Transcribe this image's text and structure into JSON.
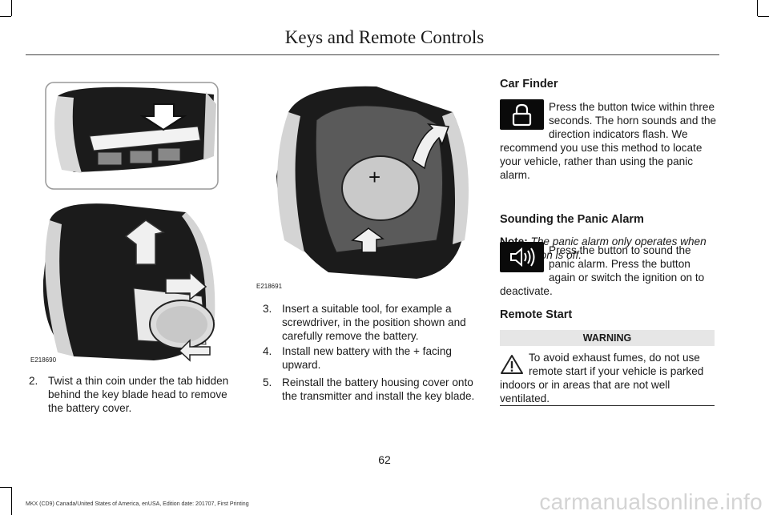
{
  "header": {
    "title": "Keys and Remote Controls"
  },
  "figures": {
    "fig1_caption": "E218690",
    "fig2_caption": "E218691"
  },
  "steps": [
    {
      "num": "2.",
      "lines": [
        "Twist a thin coin under the tab hidden",
        "behind the key blade head to remove",
        "the battery cover."
      ]
    },
    {
      "num": "3.",
      "lines": [
        "Insert a suitable tool, for example a",
        "screwdriver, in the position shown and",
        "carefully remove the battery."
      ]
    },
    {
      "num": "4.",
      "lines": [
        "Install new battery with the + facing",
        "upward."
      ]
    },
    {
      "num": "5.",
      "lines": [
        "Reinstall the battery housing cover onto",
        "the transmitter and install the key blade."
      ]
    }
  ],
  "car_finder": {
    "heading": "Car Finder",
    "icon": "lock-icon",
    "lines": [
      "Press the button twice within three",
      "seconds.  The horn sounds and the",
      "direction indicators flash.  We",
      "recommend you use this method to locate",
      "your vehicle, rather than using the panic",
      "alarm."
    ]
  },
  "panic": {
    "heading": "Sounding the Panic Alarm",
    "note_label": "Note:",
    "note_lines": [
      "The panic alarm only operates when",
      "the ignition is off."
    ],
    "icon": "horn-icon",
    "lines": [
      "Press the button to sound the",
      "panic alarm.  Press the button",
      "again or switch the ignition on to",
      "deactivate."
    ]
  },
  "remote_start": {
    "heading": "Remote Start",
    "warning_title": "WARNING",
    "warning_icon": "warning-triangle-icon",
    "warning_lines": [
      "To avoid exhaust fumes, do not use",
      "remote start if your vehicle is parked",
      "indoors or in areas that are not well",
      "ventilated."
    ]
  },
  "page_number": "62",
  "footer": "MKX (CD9) Canada/United States of America, enUSA, Edition date: 201707, First Printing",
  "watermark": "carmanualsonline.info"
}
